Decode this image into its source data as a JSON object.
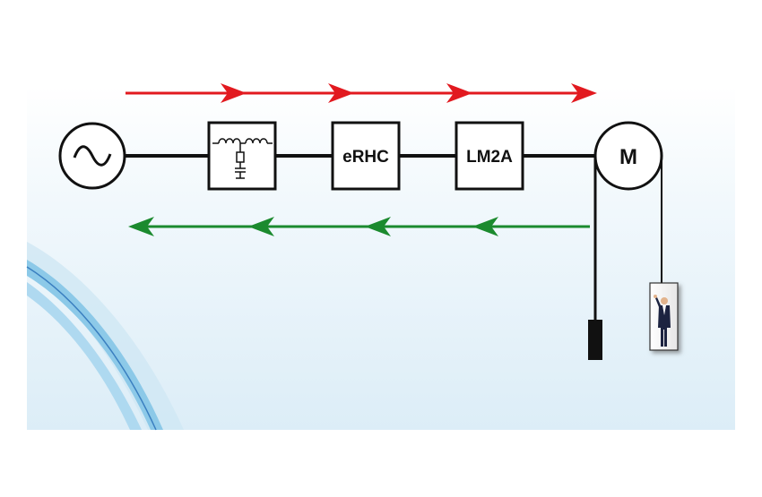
{
  "diagram": {
    "source_symbol": "ac-source-icon",
    "blocks": [
      {
        "id": "filter",
        "label": "",
        "icon": "filter-circuit-icon"
      },
      {
        "id": "erhc",
        "label": "eRHC"
      },
      {
        "id": "lm2a",
        "label": "LM2A"
      }
    ],
    "motor": {
      "label": "M"
    },
    "counterweight": {
      "icon": "counterweight-icon"
    },
    "car": {
      "icon": "elevator-car-icon"
    },
    "energy_flow": {
      "forward": {
        "direction": "right",
        "color": "#e2191f",
        "arrowheads": 4
      },
      "regenerative": {
        "direction": "left",
        "color": "#1b8a2e",
        "arrowheads": 4
      }
    },
    "colors": {
      "line": "#111111",
      "background_top": "#ffffff",
      "background_panel": "#e8f3f9",
      "wave": "#8cc9e8"
    }
  }
}
